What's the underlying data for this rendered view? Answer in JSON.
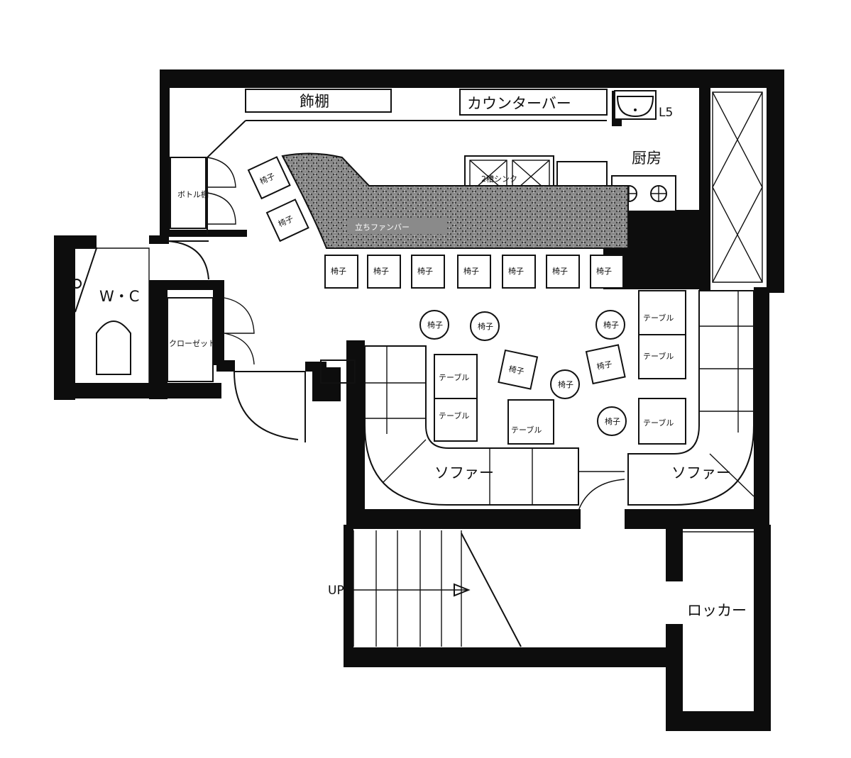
{
  "labels": {
    "display_shelf": "飾棚",
    "counter_bar": "カウンターバー",
    "l5": "L5",
    "kitchen": "厨房",
    "double_sink": "2槽シンク",
    "standing_counter": "立ちファンバー",
    "bottle_shelf": "ボトル棚",
    "wc": "W・C",
    "closet": "クローゼット",
    "sofa_left": "ソファー",
    "sofa_right": "ソファー",
    "up": "UP",
    "locker": "ロッカー"
  },
  "furniture": {
    "chair": "椅子",
    "table": "テーブル"
  },
  "colors": {
    "wall": "#0d0d0d",
    "line": "#111111",
    "background": "#ffffff"
  }
}
